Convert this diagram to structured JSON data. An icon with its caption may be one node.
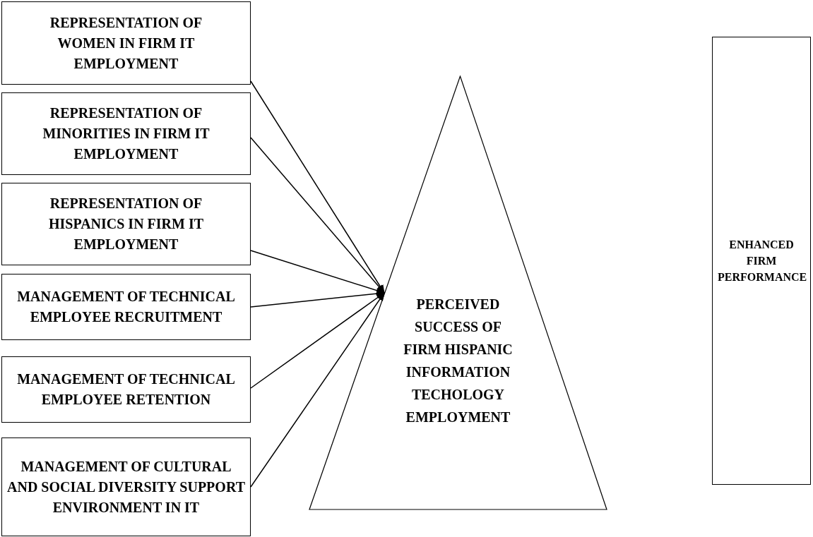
{
  "diagram": {
    "nodes": [
      {
        "text": [
          "REPRESENTATION OF WOMEN IN FIRM IT EMPLOYMENT"
        ]
      },
      {
        "text": [
          "REPRESENTATION OF MINORITIES IN FIRM IT EMPLOYMENT"
        ]
      },
      {
        "text": [
          "REPRESENTATION OF HISPANICS IN FIRM IT EMPLOYMENT"
        ]
      },
      {
        "text": [
          "MANAGEMENT OF TECHNICAL EMPLOYEE RECRUITMENT"
        ]
      },
      {
        "text": [
          "MANAGEMENT OF TECHNICAL EMPLOYEE RETENTION"
        ]
      },
      {
        "text": [
          "MANAGEMENT OF CULTURAL AND SOCIAL DIVERSITY SUPPORT ENVIRONMENT IN IT"
        ]
      },
      {
        "text": [
          "PERCEIVED SUCCESS OF FIRM HISPANIC INFORMATION TECHOLOGY EMPLOYMENT"
        ]
      },
      {
        "text": [
          "ENHANCED FIRM PERFORMANCE"
        ]
      }
    ],
    "edges": [
      {
        "from": 0,
        "to": 6,
        "arrow": "to"
      },
      {
        "from": 1,
        "to": 6,
        "arrow": "to"
      },
      {
        "from": 2,
        "to": 6,
        "arrow": "to"
      },
      {
        "from": 3,
        "to": 6,
        "arrow": "to"
      },
      {
        "from": 4,
        "to": 6,
        "arrow": "to"
      },
      {
        "from": 5,
        "to": 6,
        "arrow": "to"
      }
    ]
  }
}
